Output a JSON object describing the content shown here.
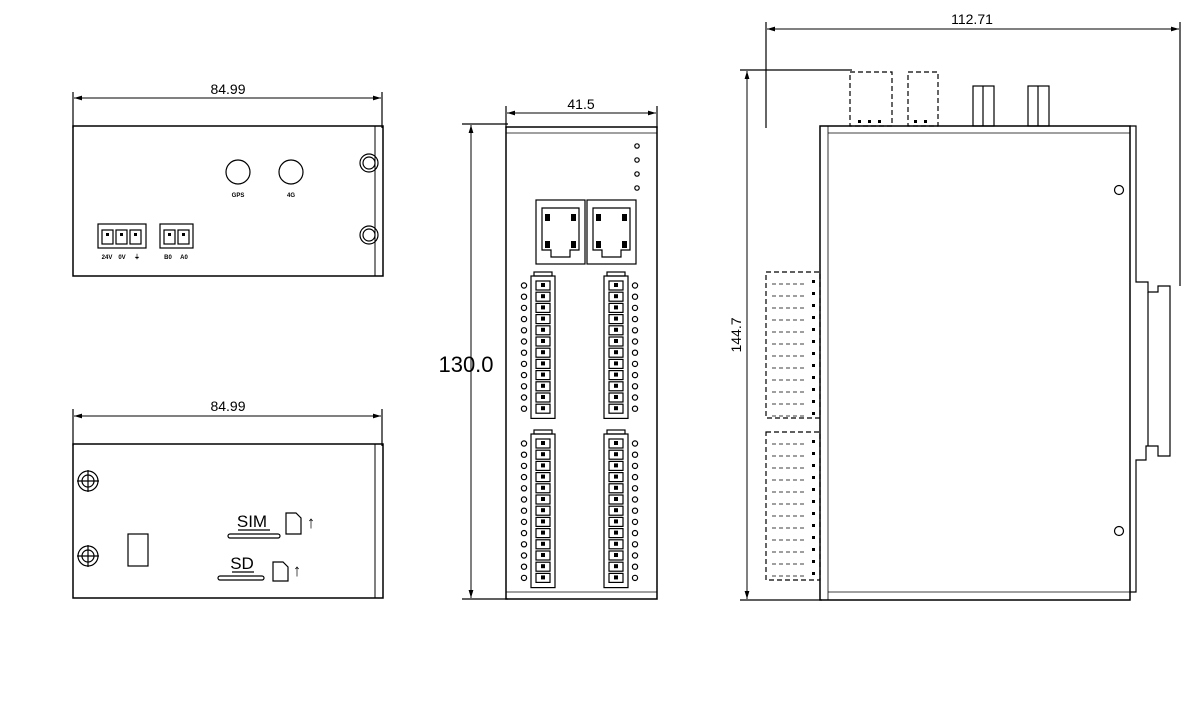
{
  "dimensions": {
    "top_view_width": "84.99",
    "bottom_view_width": "84.99",
    "front_width": "41.5",
    "front_height": "130.0",
    "side_width": "112.71",
    "side_height": "144.7"
  },
  "top_view": {
    "antenna_labels": [
      "GPS",
      "4G"
    ],
    "power_terminal_labels": [
      "24V",
      "0V",
      "⏚"
    ],
    "rs485_terminal_labels": [
      "B0",
      "A0"
    ]
  },
  "bottom_view": {
    "sim_label": "SIM",
    "sd_label": "SD",
    "insert_arrow": "↑"
  },
  "colors": {
    "line": "#000000",
    "background": "#ffffff"
  }
}
